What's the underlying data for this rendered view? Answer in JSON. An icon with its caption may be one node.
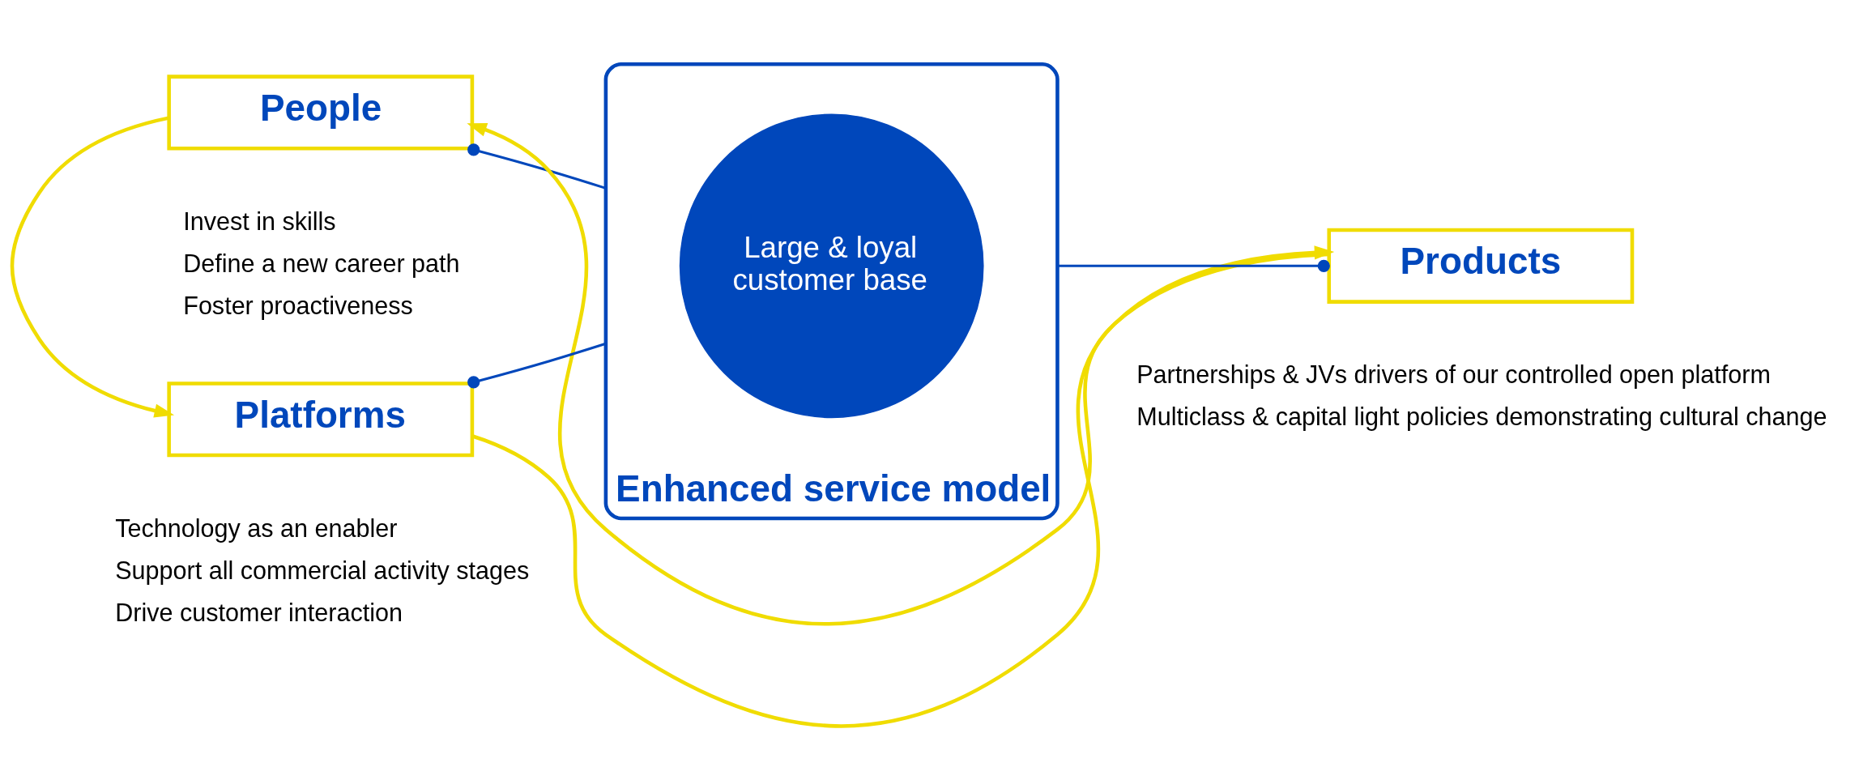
{
  "diagram": {
    "nodes": [
      {
        "text": [
          "People"
        ],
        "beside": [
          "Invest in skills",
          "Define a new career path",
          "Foster proactiveness"
        ]
      },
      {
        "text": [
          "Products"
        ],
        "beside": [
          "Partnerships & JVs drivers of our controlled open platform",
          "Multiclass & capital light policies demonstrating cultural change"
        ]
      },
      {
        "text": [
          "Platforms"
        ],
        "beside": [
          "Technology as an enabler",
          "Support all commercial activity stages",
          "Drive customer interaction"
        ]
      },
      {
        "text": [
          "Enhanced service model"
        ]
      },
      {
        "text": [
          "Large & loyal customer base"
        ],
        "in": 3
      }
    ],
    "edges": [
      {
        "from": 0,
        "to": 3,
        "arrow": "other"
      },
      {
        "from": 1,
        "to": 3,
        "arrow": "other"
      },
      {
        "from": 2,
        "to": 3,
        "arrow": "other"
      },
      {
        "from": 1,
        "to": 0,
        "arrow": "to",
        "color": "#f0dc00"
      },
      {
        "from": 0,
        "to": 2,
        "arrow": "to",
        "color": "#f0dc00"
      },
      {
        "from": 2,
        "to": 1,
        "arrow": "to",
        "color": "#f0dc00"
      }
    ]
  }
}
